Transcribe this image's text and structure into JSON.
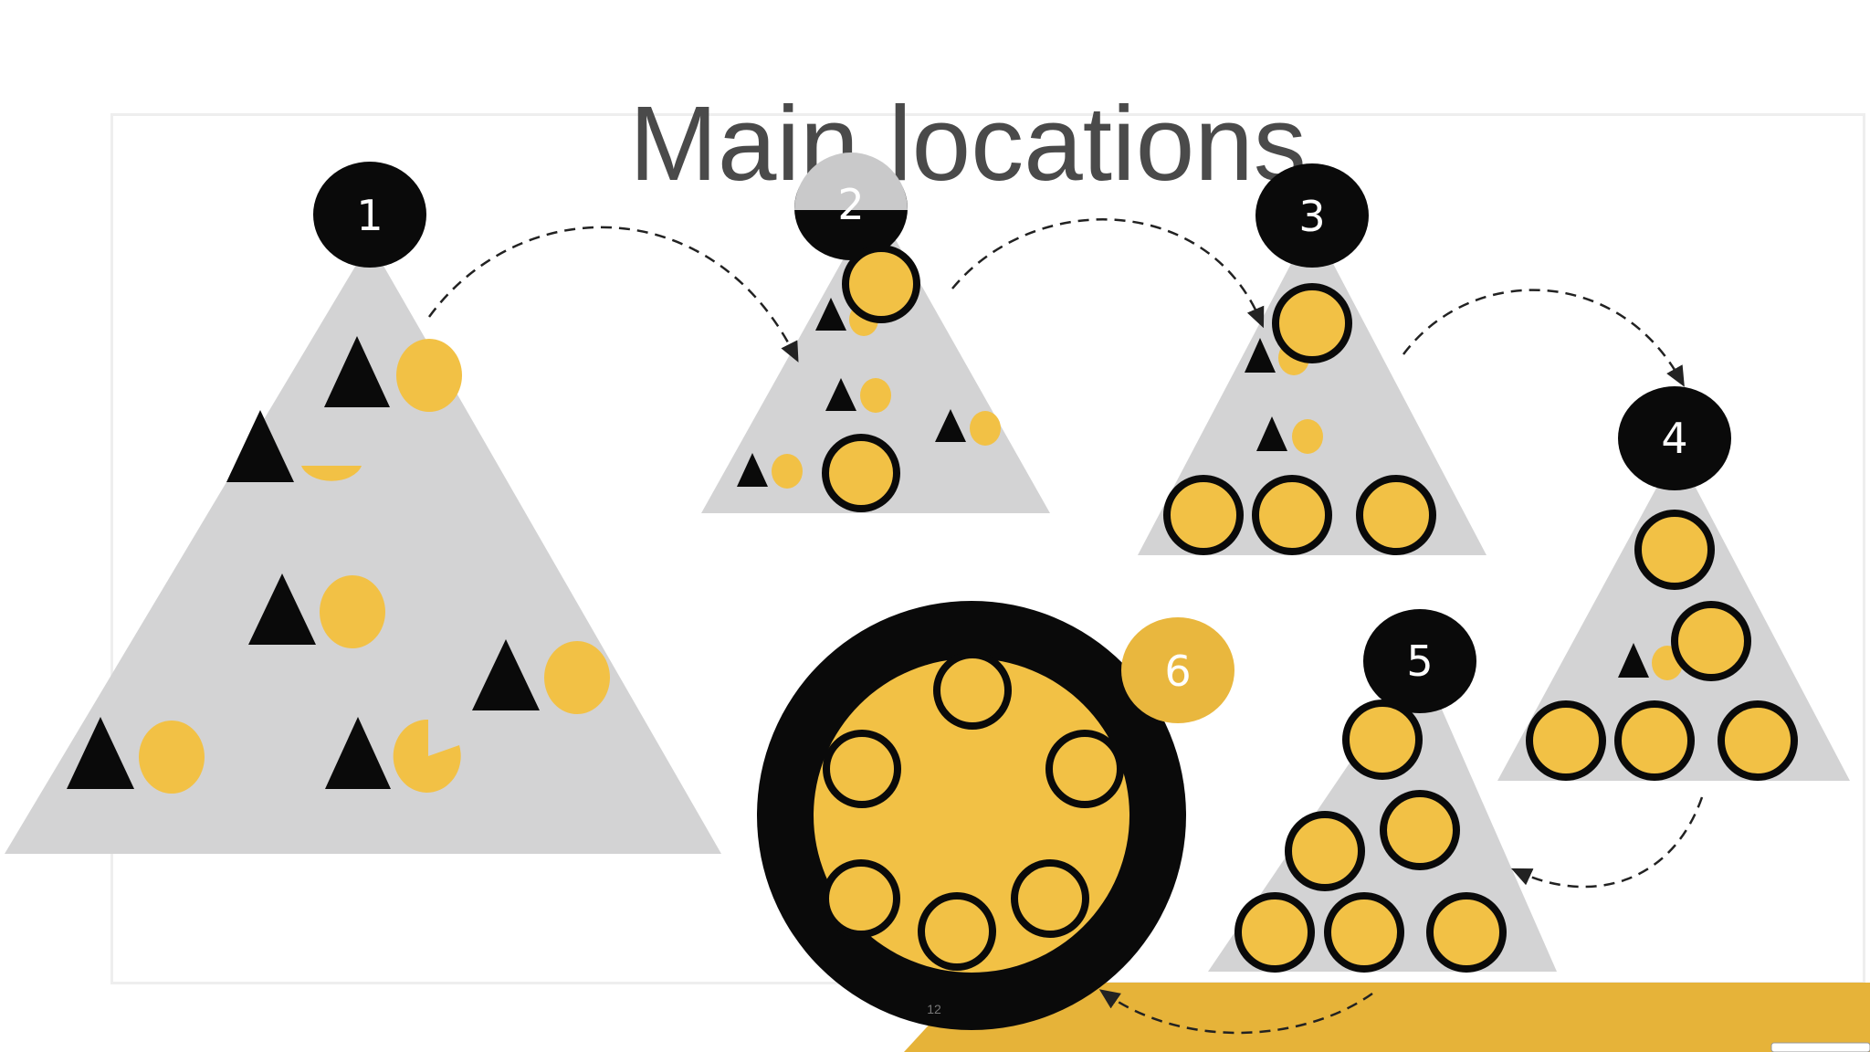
{
  "slide": {
    "title": "Main locations",
    "page_number": "12"
  },
  "colors": {
    "yellow": "#f2c145",
    "black": "#0a0a0a",
    "gray": "#d3d3d4",
    "gold_band": "#e6b339",
    "title": "#4a4a4a"
  },
  "locations": [
    {
      "id": "1",
      "label": "1"
    },
    {
      "id": "2",
      "label": "2"
    },
    {
      "id": "3",
      "label": "3"
    },
    {
      "id": "4",
      "label": "4"
    },
    {
      "id": "5",
      "label": "5"
    },
    {
      "id": "6",
      "label": "6"
    }
  ],
  "connections": [
    {
      "from": "1",
      "to": "2"
    },
    {
      "from": "2",
      "to": "3"
    },
    {
      "from": "3",
      "to": "4"
    },
    {
      "from": "4",
      "to": "5"
    },
    {
      "from": "5",
      "to": "6"
    }
  ]
}
